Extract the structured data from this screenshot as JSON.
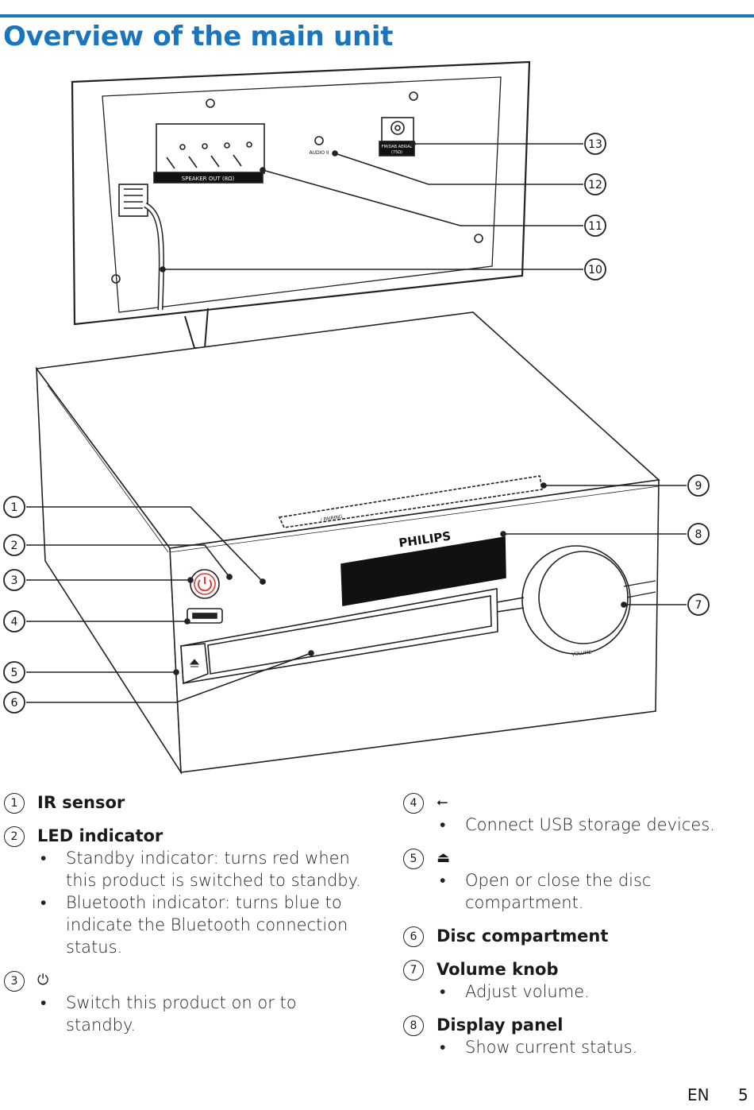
{
  "page": {
    "title": "Overview of the main unit",
    "footer_lang": "EN",
    "footer_page": "5"
  },
  "colors": {
    "accent": "#1a75bc",
    "power_red": "#e03a3a",
    "display": "#111111"
  },
  "diagram": {
    "brand": "PHILIPS",
    "volume_label": "VOLUME",
    "speaker_out_label": "SPEAKER OUT (8Ω)",
    "audio_in_label": "AUDIO II",
    "fm_label_1": "FM/DAB AERIAL",
    "fm_label_2": "(75Ω)",
    "pairing_label": "/ PAIRING",
    "callouts": [
      "1",
      "2",
      "3",
      "4",
      "5",
      "6",
      "7",
      "8",
      "9",
      "10",
      "11",
      "12",
      "13"
    ]
  },
  "legend_left": [
    {
      "num": "1",
      "title": "IR sensor",
      "bullets": []
    },
    {
      "num": "2",
      "title": "LED indicator",
      "bullets": [
        "Standby indicator: turns red when this product is switched to standby.",
        "Bluetooth indicator: turns blue to indicate the Bluetooth connection status."
      ]
    },
    {
      "num": "3",
      "title": "⏻",
      "bullets": [
        "Switch this product on or to standby."
      ]
    }
  ],
  "legend_right": [
    {
      "num": "4",
      "title": "⭠",
      "bullets": [
        "Connect USB storage devices."
      ]
    },
    {
      "num": "5",
      "title": "⏏",
      "bullets": [
        "Open or close the disc compartment."
      ]
    },
    {
      "num": "6",
      "title": "Disc compartment",
      "bullets": []
    },
    {
      "num": "7",
      "title": "Volume knob",
      "bullets": [
        "Adjust volume."
      ]
    },
    {
      "num": "8",
      "title": "Display panel",
      "bullets": [
        "Show current status."
      ]
    }
  ]
}
